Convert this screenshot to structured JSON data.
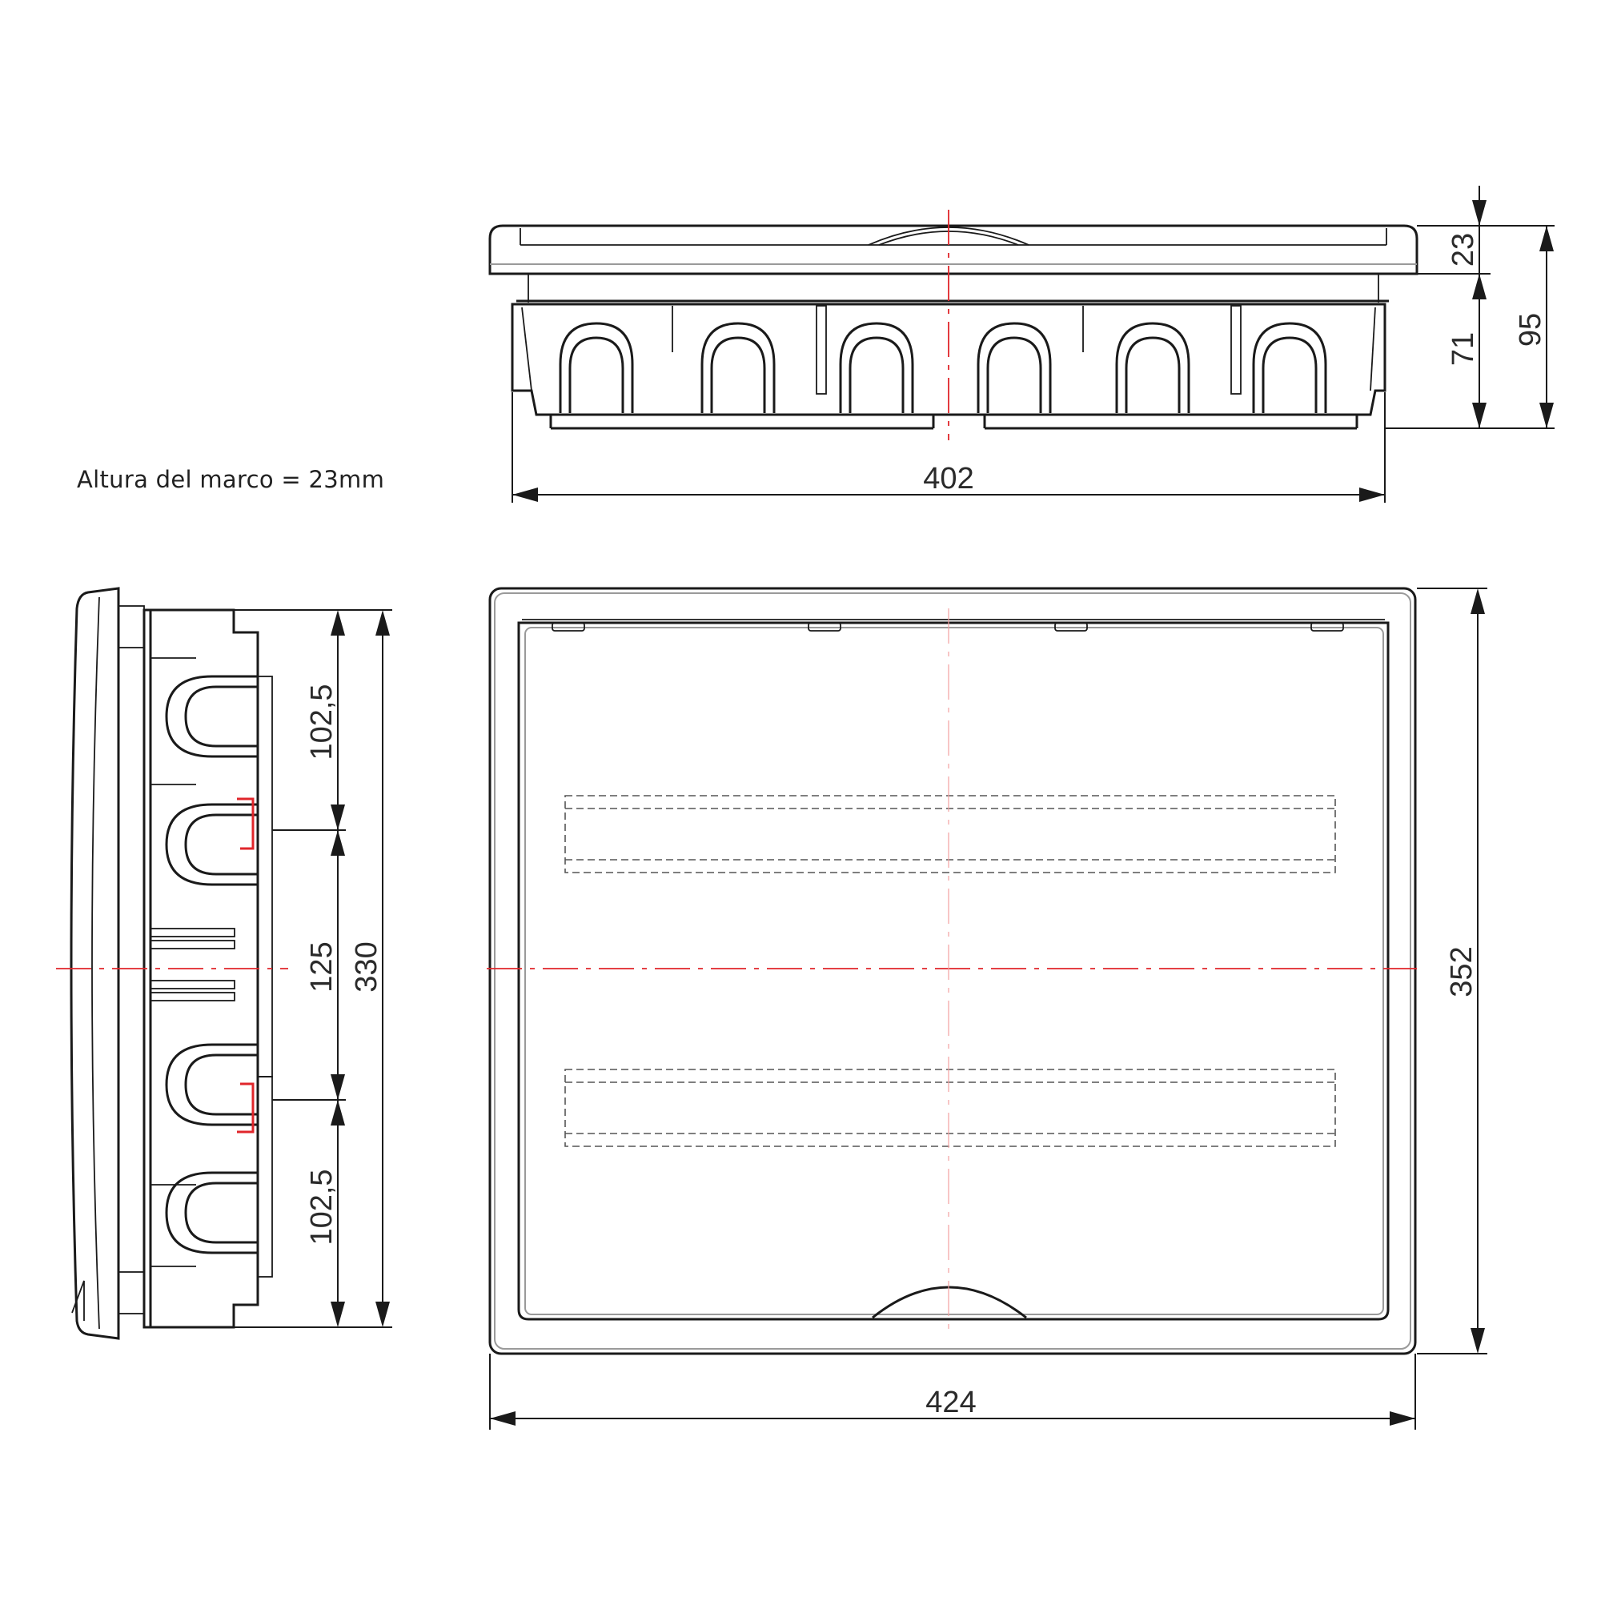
{
  "note": "Altura del marco = 23mm",
  "dimensions": {
    "top_view": {
      "frame_height": "23",
      "box_depth": "71",
      "total_depth": "95",
      "box_width": "402"
    },
    "side_view": {
      "upper_spacing": "102,5",
      "middle_spacing": "125",
      "lower_spacing": "102,5",
      "box_height": "330"
    },
    "front_view": {
      "frame_height": "352",
      "frame_width": "424"
    }
  },
  "colors": {
    "line": "#1a1a1a",
    "centerline": "#e0262b",
    "dimension": "#1a1a1a"
  }
}
